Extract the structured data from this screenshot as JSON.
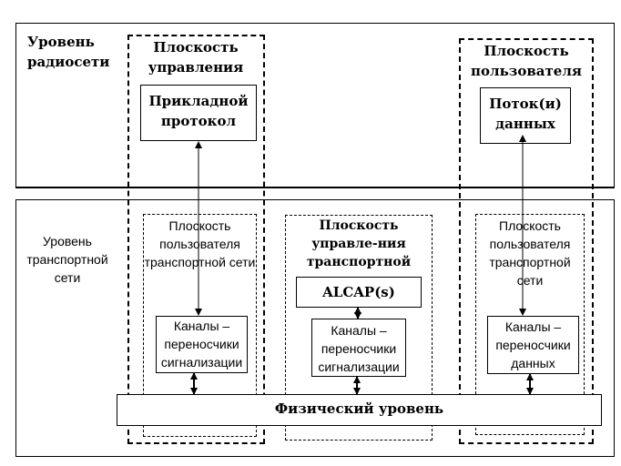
{
  "radio_layer": {
    "label": "Уровень радиосети"
  },
  "transport_layer": {
    "label": "Уровень транспортной сети"
  },
  "control_plane": {
    "title": "Плоскость управления",
    "app_protocol": "Прикладной протокол"
  },
  "user_plane": {
    "title": "Плоскость пользователя",
    "data_streams": "Поток(и) данных"
  },
  "transport_user_plane_left": {
    "title": "Плоскость пользователя транспортной сети",
    "bearer": "Каналы – переносчики сигнализации"
  },
  "transport_control_plane": {
    "title": "Плоскость управле-ния транспортной сетью",
    "alcap": "ALCAP(s)",
    "bearer": "Каналы – переносчики сигнализации"
  },
  "transport_user_plane_right": {
    "title": "Плоскость пользователя транспортной сети",
    "bearer": "Каналы – переносчики данных"
  },
  "physical_layer": {
    "label": "Физический уровень"
  }
}
